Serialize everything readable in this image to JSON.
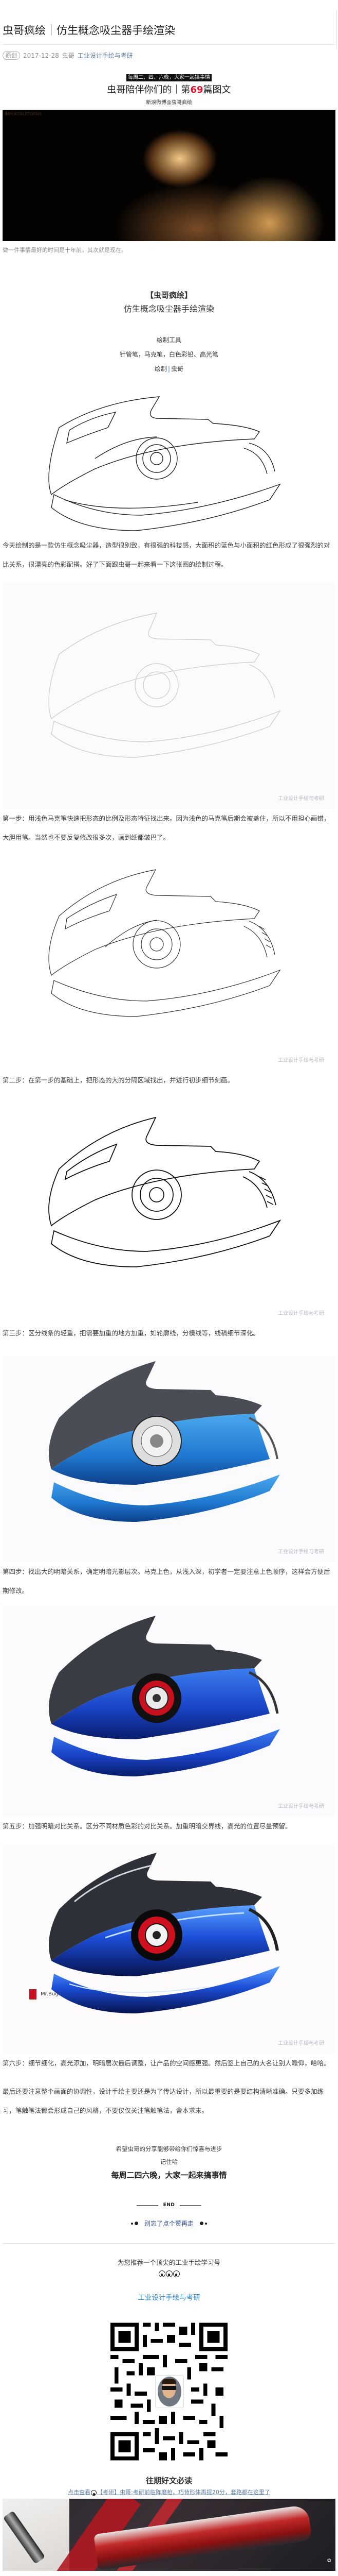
{
  "article": {
    "title": "虫哥疯绘｜仿生概念吸尘器手绘渲染",
    "badge": "原创",
    "date": "2017-12-28",
    "author": "虫哥",
    "account": "工业设计手绘与考研"
  },
  "intro": {
    "schedule_bar": "每周二、四、六晚，大家一起搞事情",
    "accompany_prefix": "虫哥陪伴你们的｜第",
    "accompany_number": "69",
    "accompany_suffix": "篇图文",
    "weibo": "新浪微博@虫哥疯绘",
    "hero_watermark": "IMPORTALRTORNS",
    "caption": "做一件事情最好的时间是十年前，其次就是现在。"
  },
  "feature": {
    "head": "【虫哥疯绘】",
    "subtitle": "仿生概念吸尘器手绘渲染",
    "tools_label": "绘制工具",
    "tools_list": "针管笔，马克笔，白色彩铅、高光笔",
    "drawer_label": "绘制",
    "drawer_sep": "|",
    "drawer_name": "虫哥"
  },
  "body": {
    "intro_paragraph": "今天绘制的是一款仿生概念吸尘器，造型很别致，有很强的科技感，大面积的蓝色与小面积的红色形成了很强烈的对比关系，很漂亮的色彩配搭。好了下面跟虫哥一起来看一下这张图的绘制过程。",
    "watermark": "工业设计手绘与考研",
    "steps": [
      {
        "text": "第一步：用浅色马克笔快速把形态的比例及形态特征找出来。因为浅色的马克笔后期会被盖住，所以不用担心画错，大胆用笔。当然也不要反复修改很多次，画到纸都皱巴了。"
      },
      {
        "text": "第二步：在第一步的基础上，把形态的大的分隔区域找出，并进行初步细节刻画。"
      },
      {
        "text": "第三步：区分线条的轻重，把需要加重的地方加重，如轮廓线，分模线等，线稿细节深化。"
      },
      {
        "text": "第四步：找出大的明暗关系，确定明暗光影层次。马克上色，从浅入深，初学者一定要注意上色顺序，这样会方便后期修改。"
      },
      {
        "text": "第五步：加强明暗对比关系。区分不同材质色彩的对比关系。加重明暗交界线，高光的位置尽量预留。"
      },
      {
        "text": "第六步：细节细化，高光添加，明暗层次最后调整，让产品的空间感更强。然后签上自己的大名让别人瞻仰，哈哈。"
      }
    ],
    "final_paragraph": "最后还要注意整个画面的协调性，设计手绘主要还是为了传达设计，所以最重要的是要结构清晰准确。只要多加练习，笔触笔法都会形成自己的风格，不要仅仅关注笔触笔法，舍本求末。"
  },
  "closing": {
    "line1": "希望虫哥的分享能够带给你们惊喜与进步",
    "line2": "记住哈",
    "line3": "每周二四六晚，大家一起来搞事情",
    "end_label": "END",
    "like_prompt": "别忘了点个赞再走"
  },
  "recommend": {
    "headline": "为您推荐一个顶尖的工业手绘学习号",
    "eyes_icon": "eyes-emoji",
    "account_link": "工业设计手绘与考研",
    "past_head": "往期好文必读",
    "past_link_prefix": "点击查看",
    "past_link_text": "【考研】虫哥:考研前临阵磨枪，巧背形体再提20分，套路都在这里了"
  },
  "colors": {
    "accent_red": "#e0102a",
    "link_blue": "#607fa6",
    "account_blue": "#2a86c8",
    "marker_blue": "#1f5fd8",
    "marker_red": "#c8101e"
  }
}
